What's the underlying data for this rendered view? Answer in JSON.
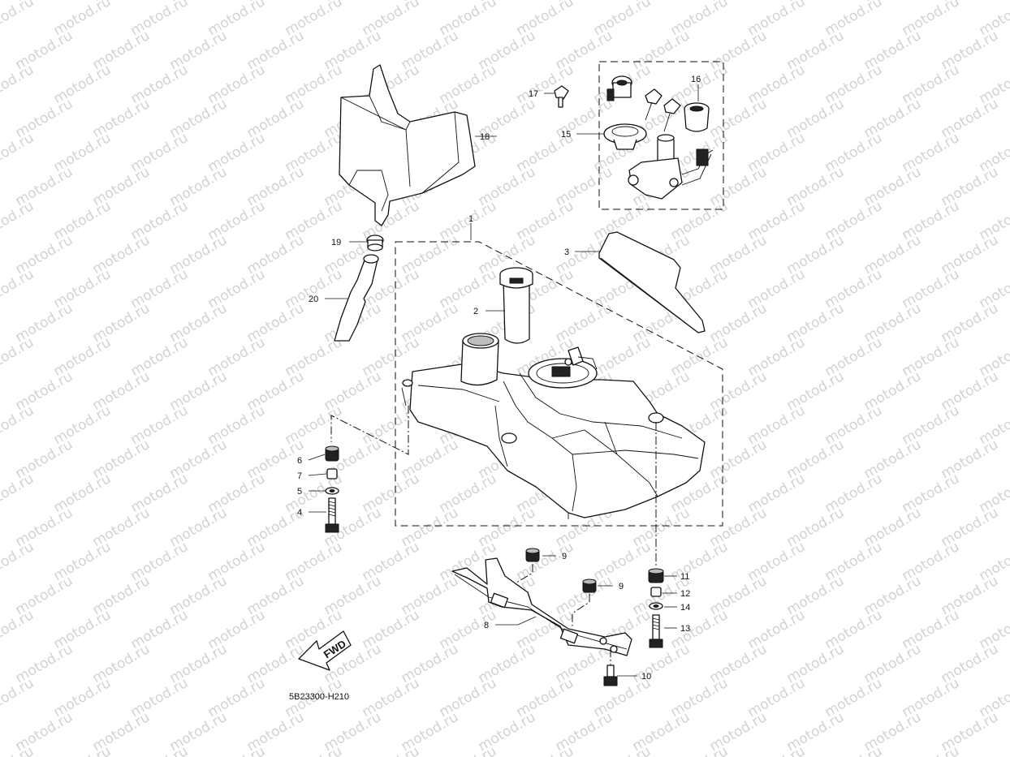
{
  "diagram": {
    "watermark_text": "motod.ru",
    "diagram_code": "5B23300-H210",
    "direction_label": "FWD",
    "callouts": [
      {
        "id": "c1",
        "label": "1"
      },
      {
        "id": "c2",
        "label": "2"
      },
      {
        "id": "c3",
        "label": "3"
      },
      {
        "id": "c4",
        "label": "4"
      },
      {
        "id": "c5",
        "label": "5"
      },
      {
        "id": "c6",
        "label": "6"
      },
      {
        "id": "c7",
        "label": "7"
      },
      {
        "id": "c8",
        "label": "8"
      },
      {
        "id": "c9a",
        "label": "9"
      },
      {
        "id": "c9b",
        "label": "9"
      },
      {
        "id": "c10",
        "label": "10"
      },
      {
        "id": "c11",
        "label": "11"
      },
      {
        "id": "c12",
        "label": "12"
      },
      {
        "id": "c13",
        "label": "13"
      },
      {
        "id": "c14",
        "label": "14"
      },
      {
        "id": "c15",
        "label": "15"
      },
      {
        "id": "c16",
        "label": "16"
      },
      {
        "id": "c17",
        "label": "17"
      },
      {
        "id": "c18",
        "label": "18"
      },
      {
        "id": "c19",
        "label": "19"
      },
      {
        "id": "c20",
        "label": "20"
      }
    ]
  },
  "colors": {
    "line": "#111111",
    "watermark": "#d2d2d2",
    "background": "#ffffff"
  }
}
